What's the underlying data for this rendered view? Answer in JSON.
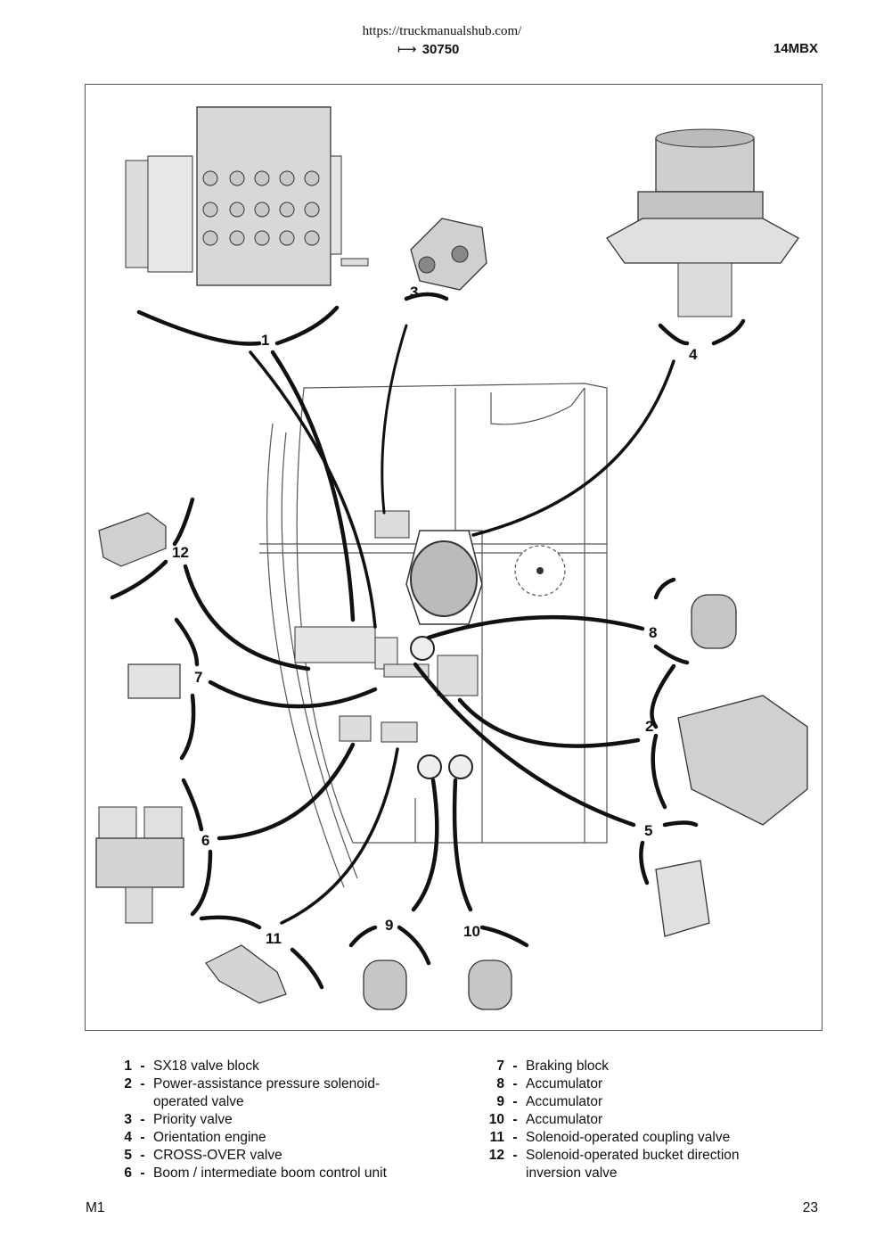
{
  "header": {
    "url": "https://truckmanualshub.com/",
    "arrow": "⟼",
    "ref": "30750",
    "model": "14MBX"
  },
  "figure": {
    "callouts": [
      "1",
      "2",
      "3",
      "4",
      "5",
      "6",
      "7",
      "8",
      "9",
      "10",
      "11",
      "12"
    ]
  },
  "legend": {
    "left": [
      {
        "num": "1",
        "dash": "-",
        "text": "SX18 valve block"
      },
      {
        "num": "2",
        "dash": "-",
        "text": "Power-assistance pressure solenoid-operated valve"
      },
      {
        "num": "3",
        "dash": "-",
        "text": "Priority valve"
      },
      {
        "num": "4",
        "dash": "-",
        "text": "Orientation engine"
      },
      {
        "num": "5",
        "dash": "-",
        "text": "CROSS-OVER valve"
      },
      {
        "num": "6",
        "dash": "-",
        "text": "Boom / intermediate boom control unit"
      }
    ],
    "right": [
      {
        "num": "7",
        "dash": "-",
        "text": "Braking block"
      },
      {
        "num": "8",
        "dash": "-",
        "text": "Accumulator"
      },
      {
        "num": "9",
        "dash": "-",
        "text": "Accumulator"
      },
      {
        "num": "10",
        "dash": "-",
        "text": "Accumulator"
      },
      {
        "num": "11",
        "dash": "-",
        "text": "Solenoid-operated coupling valve"
      },
      {
        "num": "12",
        "dash": "-",
        "text": "Solenoid-operated bucket direction inversion valve"
      }
    ]
  },
  "footer": {
    "section": "M1",
    "page": "23"
  }
}
